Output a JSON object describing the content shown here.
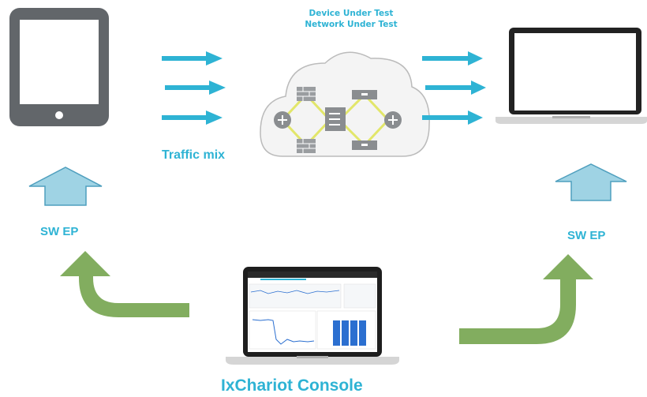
{
  "dut": {
    "line1": "Device Under Test",
    "line2": "Network Under Test"
  },
  "labels": {
    "traffic_mix": "Traffic mix",
    "sw_ep_left": "SW EP",
    "sw_ep_right": "SW EP",
    "console": "IxChariot Console"
  },
  "colors": {
    "accent": "#2eb3d4",
    "device_gray": "#62666a",
    "green": "#82ad5f",
    "light_blue_arrow": "#9fd3e4",
    "topology_yellow": "#e2e66a"
  },
  "icons": [
    "tablet-icon",
    "laptop-icon",
    "cloud-icon",
    "router-icon",
    "firewall-icon",
    "switch-icon",
    "server-icon"
  ]
}
